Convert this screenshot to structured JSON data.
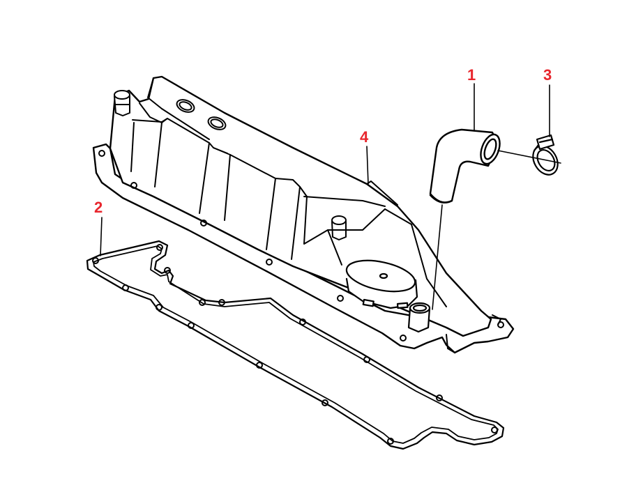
{
  "diagram": {
    "callouts": [
      {
        "id": "1",
        "label": "1",
        "part": "breather-hose"
      },
      {
        "id": "2",
        "label": "2",
        "part": "cover-gasket"
      },
      {
        "id": "3",
        "label": "3",
        "part": "hose-clamp"
      },
      {
        "id": "4",
        "label": "4",
        "part": "oil-separator-cover"
      }
    ],
    "colors": {
      "callout": "#e8262d",
      "line": "#000000",
      "background": "#ffffff"
    }
  }
}
